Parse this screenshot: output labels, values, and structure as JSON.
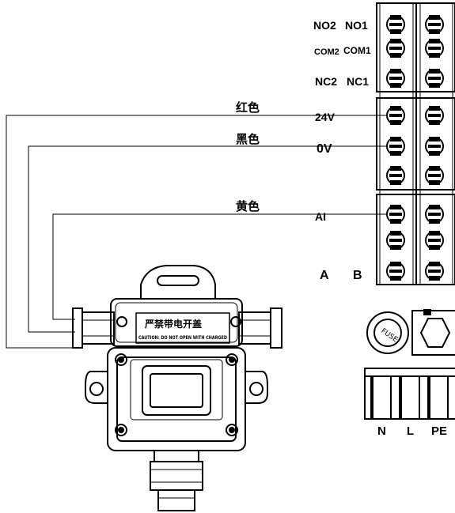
{
  "terminal_labels": {
    "no2": "NO2",
    "no1": "NO1",
    "com2": "COM2",
    "com1": "COM1",
    "nc2": "NC2",
    "nc1": "NC1",
    "v24": "24V",
    "v0": "0V",
    "ai": "AI",
    "a": "A",
    "b": "B"
  },
  "wire_colors": {
    "red": "红色",
    "black": "黑色",
    "yellow": "黄色"
  },
  "power_labels": {
    "n": "N",
    "l": "L",
    "pe": "PE"
  },
  "fuse_label": "FUSE",
  "device": {
    "warning_cn": "严禁带电开盖",
    "caution_en": "CAUTION: DO NOT OPEN WITH CHARGED"
  }
}
